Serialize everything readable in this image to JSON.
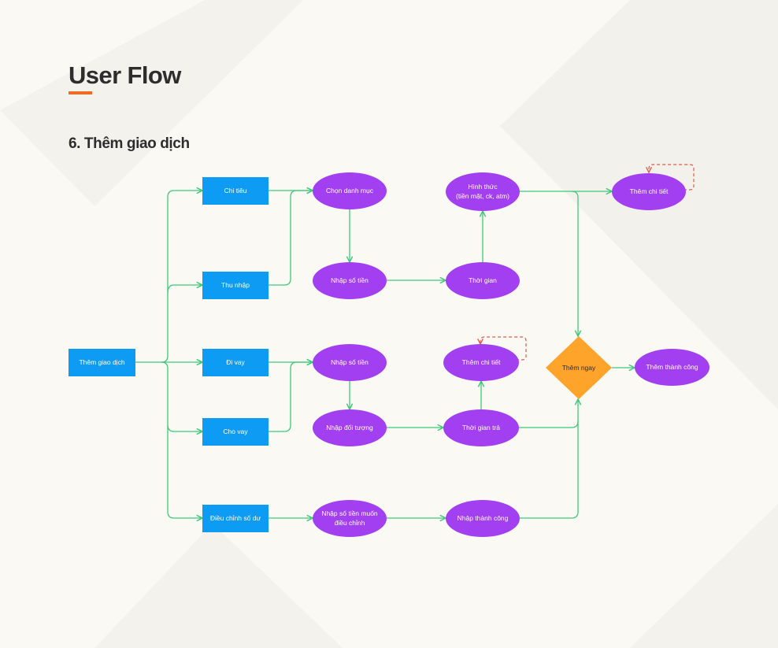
{
  "header": {
    "title": "User Flow",
    "subtitle": "6. Thêm giao dịch"
  },
  "colors": {
    "background": "#faf9f4",
    "accent": "#ef6a25",
    "action_box": "#0e9bf3",
    "step_ellipse": "#a23ff0",
    "decision": "#ffa42b",
    "connector": "#3ec97a",
    "loop": "#e05a46"
  },
  "nodes": {
    "start": "Thêm giao dịch",
    "chi_tieu": "Chi tiêu",
    "thu_nhap": "Thu nhập",
    "di_vay": "Đi vay",
    "cho_vay": "Cho vay",
    "dieu_chinh": "Điều chỉnh số dư",
    "chon_danh_muc": "Chọn danh mục",
    "nhap_so_tien_1": "Nhập số tiền",
    "thoi_gian": "Thời gian",
    "hinh_thuc": "Hình thức\n(tiền mặt, ck, atm)",
    "them_chi_tiet_1": "Thêm chi tiết",
    "nhap_so_tien_2": "Nhập số tiền",
    "nhap_doi_tuong": "Nhập đối tượng",
    "thoi_gian_tra": "Thời gian trả",
    "them_chi_tiet_2": "Thêm chi tiết",
    "nhap_so_tien_muon": "Nhập số tiền muốn\nđiều chỉnh",
    "nhap_thanh_cong": "Nhập thành công",
    "them_ngay": "Thêm ngay",
    "them_thanh_cong": "Thêm thành công"
  }
}
